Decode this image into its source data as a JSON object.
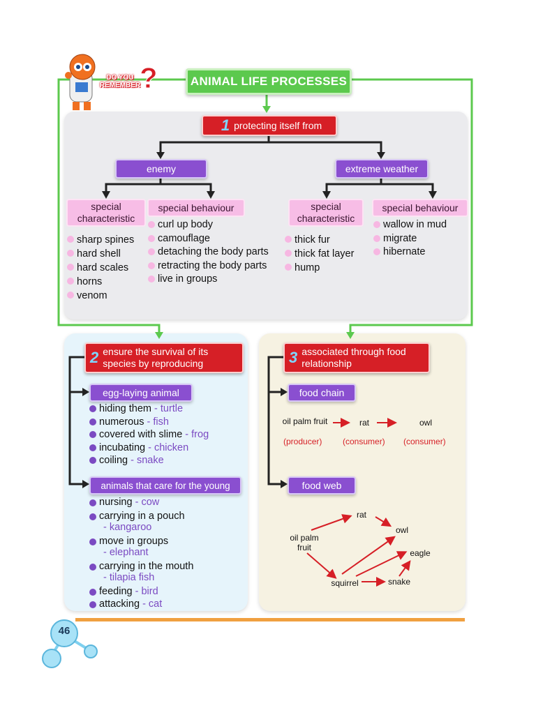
{
  "header": {
    "badge_line1": "DO YOU",
    "badge_line2": "REMEMBER",
    "title": "ANIMAL LIFE PROCESSES"
  },
  "section1": {
    "number": "1",
    "heading": "protecting itself from",
    "enemy": {
      "label": "enemy",
      "characteristic_label": "special characteristic",
      "characteristics": [
        "sharp spines",
        "hard shell",
        "hard scales",
        "horns",
        "venom"
      ],
      "behaviour_label": "special behaviour",
      "behaviours": [
        "curl up body",
        "camouflage",
        "detaching the body parts",
        "retracting the body parts",
        "live in groups"
      ]
    },
    "weather": {
      "label": "extreme weather",
      "characteristic_label": "special characteristic",
      "characteristics": [
        "thick fur",
        "thick fat layer",
        "hump"
      ],
      "behaviour_label": "special behaviour",
      "behaviours": [
        "wallow in mud",
        "migrate",
        "hibernate"
      ]
    }
  },
  "section2": {
    "number": "2",
    "heading_line1": "ensure the survival of its",
    "heading_line2": "species by reproducing",
    "egg_label": "egg-laying animal",
    "egg_items": [
      {
        "text": "hiding them",
        "example": " - turtle"
      },
      {
        "text": "numerous",
        "example": " - fish"
      },
      {
        "text": "covered with slime",
        "example": " - frog"
      },
      {
        "text": "incubating",
        "example": " - chicken"
      },
      {
        "text": "coiling",
        "example": " - snake"
      }
    ],
    "care_label": "animals that care for the young",
    "care_items": [
      {
        "text": "nursing",
        "example": " - cow"
      },
      {
        "text": "carrying in a pouch",
        "example": "- kangaroo"
      },
      {
        "text": "move in groups",
        "example": "- elephant"
      },
      {
        "text": "carrying in the mouth",
        "example": "- tilapia fish"
      },
      {
        "text": "feeding",
        "example": " - bird"
      },
      {
        "text": "attacking",
        "example": " - cat"
      }
    ]
  },
  "section3": {
    "number": "3",
    "heading_line1": "associated through food",
    "heading_line2": "relationship",
    "chain_label": "food chain",
    "chain": {
      "producer": "oil palm fruit",
      "producer_role": "(producer)",
      "consumer1": "rat",
      "consumer1_role": "(consumer)",
      "consumer2": "owl",
      "consumer2_role": "(consumer)"
    },
    "web_label": "food web",
    "web": {
      "producer": "oil palm fruit",
      "rat": "rat",
      "owl": "owl",
      "eagle": "eagle",
      "squirrel": "squirrel",
      "snake": "snake"
    }
  },
  "footer": {
    "page_number": "46"
  },
  "colors": {
    "green": "#5cc94e",
    "red": "#d61f26",
    "purple": "#8a4fd0",
    "pink": "#f7bde6",
    "orange_rule": "#f0a040"
  }
}
